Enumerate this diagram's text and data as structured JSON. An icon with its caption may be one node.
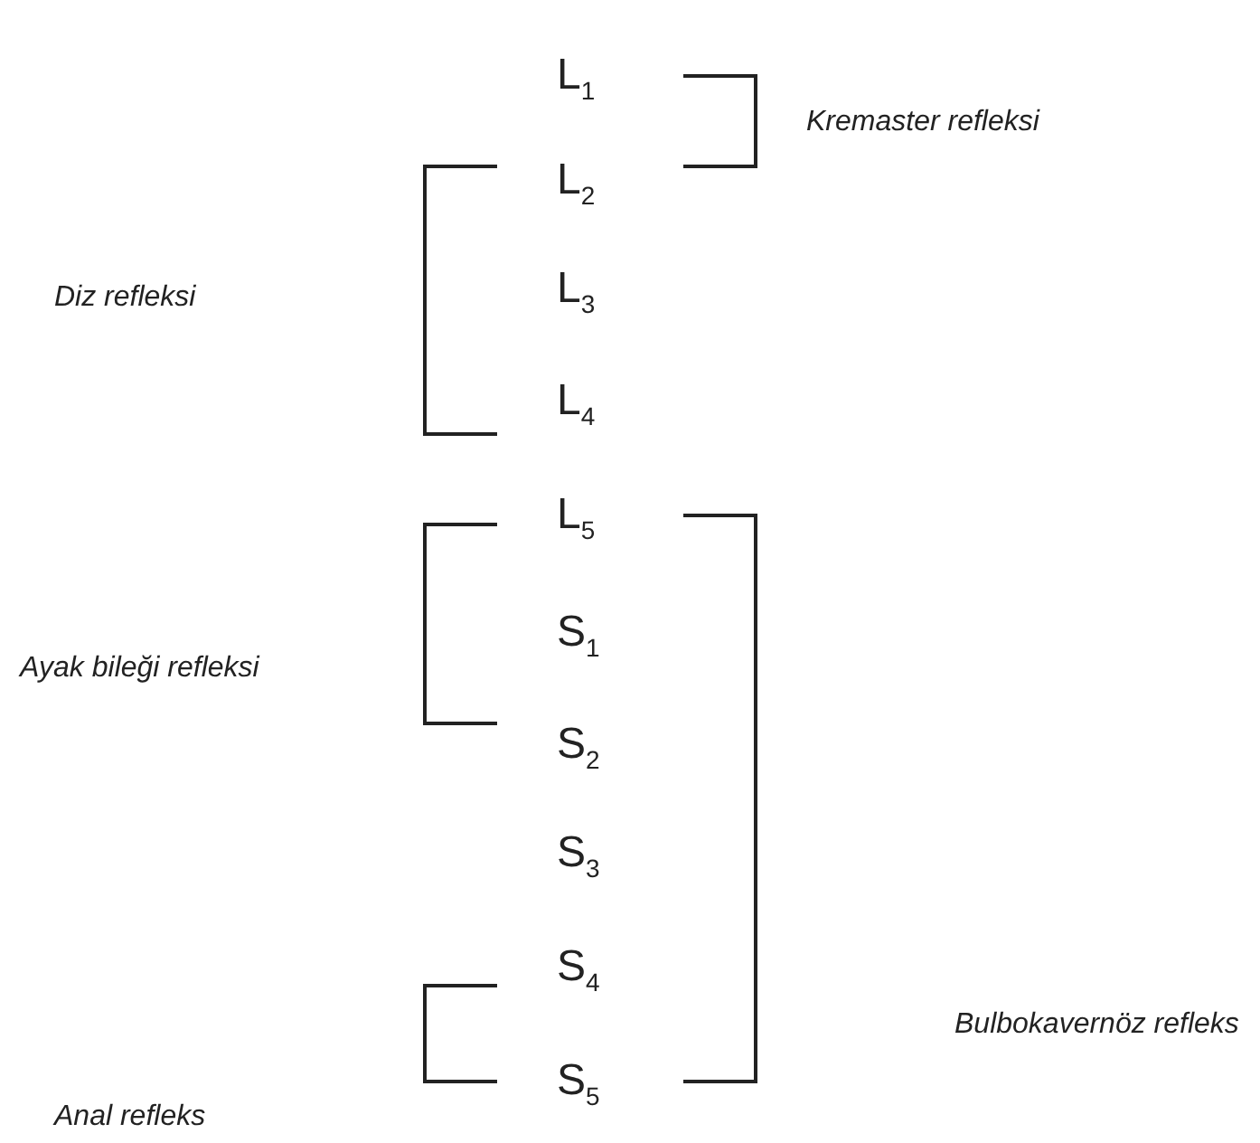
{
  "diagram": {
    "labels": [
      "L$_{1}$",
      "Kremaster refleksi",
      "L$_{2}$",
      "Diz refleksi",
      "L$_{3}$",
      "L$_{4}$",
      "L$_{5}$",
      "S$_{1}$",
      "Ayak bileği refleksi",
      "S$_{2}$",
      "Bulbokavernöz refleks",
      "S$_{3}$",
      "S$_{4}$",
      "Anal refleks",
      "S$_{5}$"
    ]
  }
}
